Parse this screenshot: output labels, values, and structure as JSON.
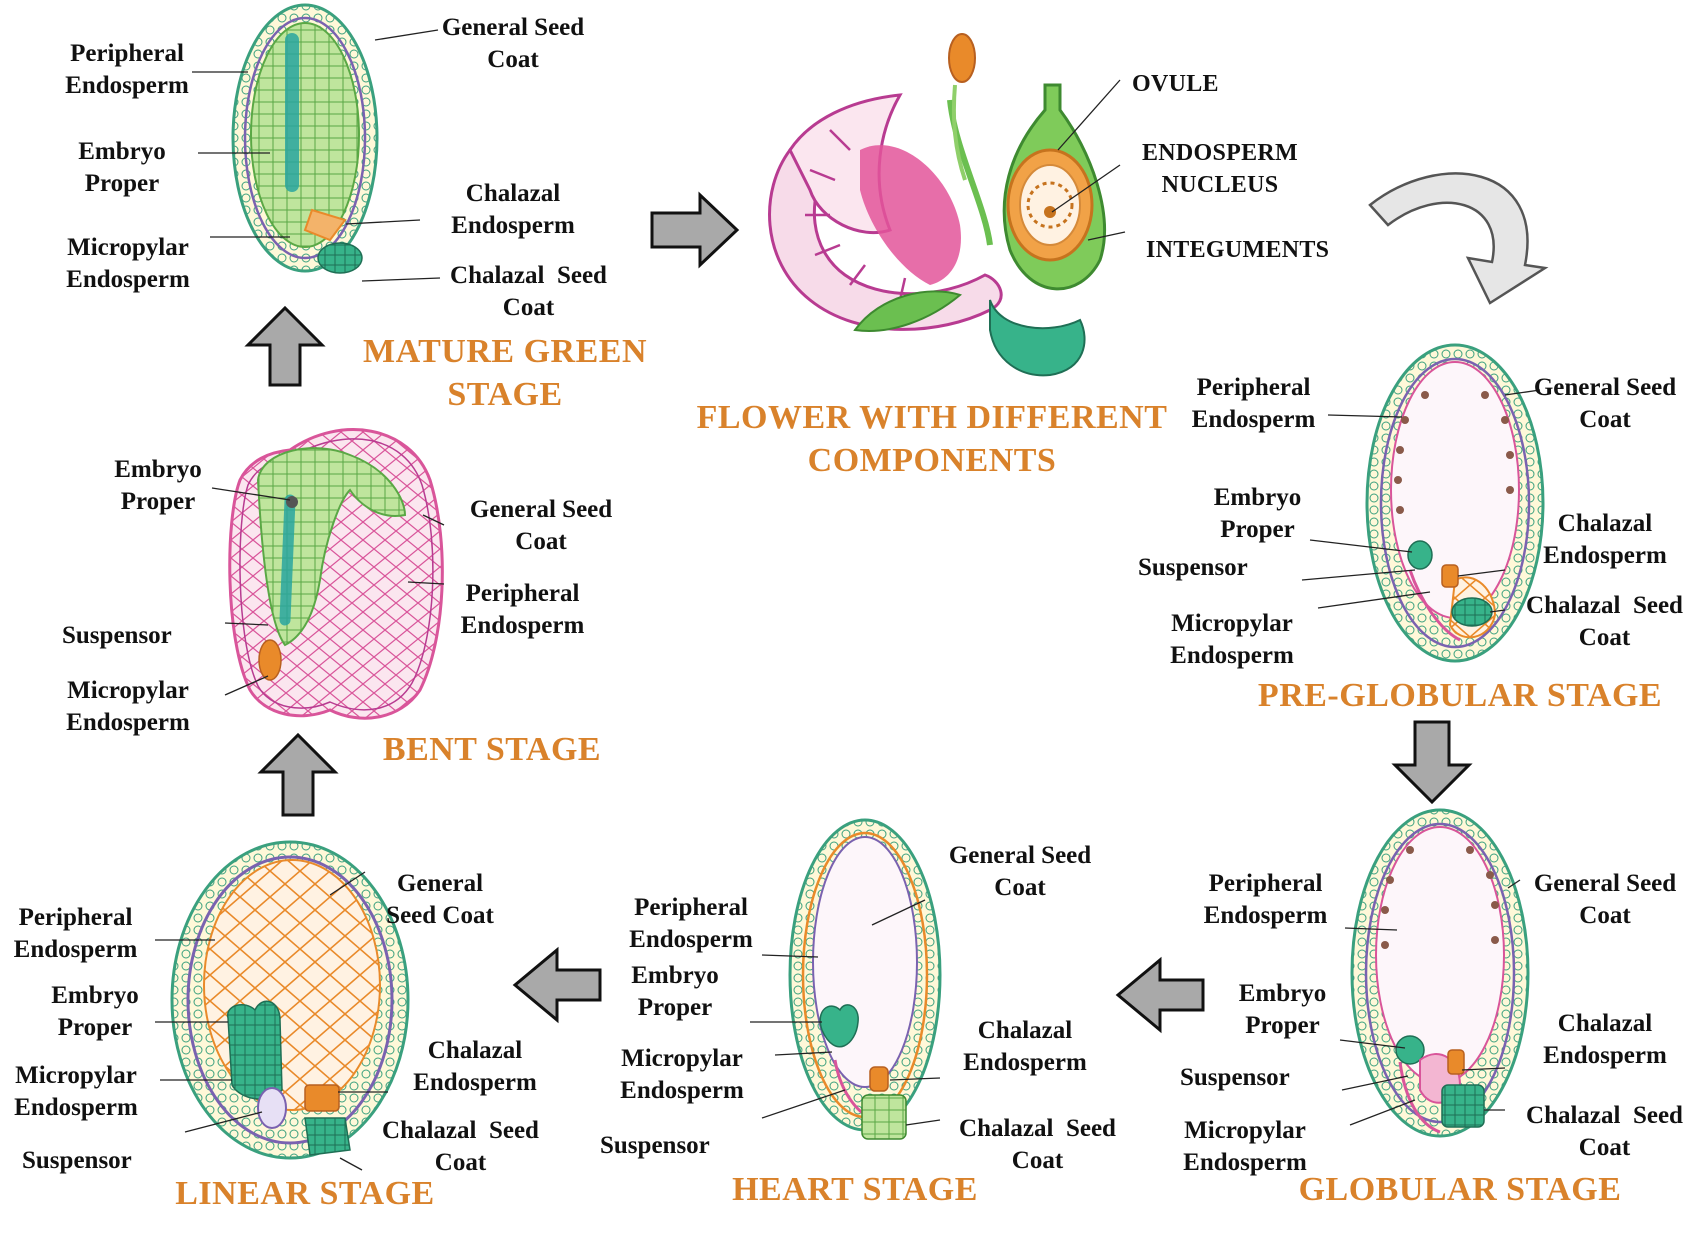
{
  "titles": {
    "flower": [
      "FLOWER WITH DIFFERENT",
      "COMPONENTS"
    ],
    "mature_green": [
      "MATURE GREEN",
      "STAGE"
    ],
    "bent": "BENT STAGE",
    "linear": "LINEAR STAGE",
    "heart": "HEART STAGE",
    "globular": "GLOBULAR STAGE",
    "pre_globular": "PRE-GLOBULAR STAGE"
  },
  "labels": {
    "flower": {
      "ovule": "OVULE",
      "endosperm_nucleus": [
        "ENDOSPERM",
        "NUCLEUS"
      ],
      "integuments": "INTEGUMENTS"
    },
    "mature_green": {
      "peripheral_endosperm": [
        "Peripheral",
        "Endosperm"
      ],
      "embryo_proper": [
        "Embryo",
        "Proper"
      ],
      "micropylar_endosperm": [
        "Micropylar",
        "Endosperm"
      ],
      "general_seed_coat": [
        "General Seed",
        "Coat"
      ],
      "chalazal_endosperm": [
        "Chalazal",
        "Endosperm"
      ],
      "chalazal_seed_coat": [
        "Chalazal  Seed",
        "Coat"
      ]
    },
    "bent": {
      "embryo_proper": [
        "Embryo",
        "Proper"
      ],
      "suspensor": "Suspensor",
      "micropylar_endosperm": [
        "Micropylar",
        "Endosperm"
      ],
      "general_seed_coat": [
        "General Seed",
        "Coat"
      ],
      "peripheral_endosperm": [
        "Peripheral",
        "Endosperm"
      ]
    },
    "linear": {
      "peripheral_endosperm": [
        "Peripheral",
        "Endosperm"
      ],
      "embryo_proper": [
        "Embryo",
        "Proper"
      ],
      "micropylar_endosperm": [
        "Micropylar",
        "Endosperm"
      ],
      "suspensor": "Suspensor",
      "general_seed_coat": [
        "General",
        "Seed Coat"
      ],
      "chalazal_endosperm": [
        "Chalazal",
        "Endosperm"
      ],
      "chalazal_seed_coat": [
        "Chalazal  Seed",
        "Coat"
      ]
    },
    "heart": {
      "peripheral_endosperm": [
        "Peripheral",
        "Endosperm"
      ],
      "embryo_proper": [
        "Embryo",
        "Proper"
      ],
      "micropylar_endosperm": [
        "Micropylar",
        "Endosperm"
      ],
      "suspensor": "Suspensor",
      "general_seed_coat": [
        "General Seed",
        "Coat"
      ],
      "chalazal_endosperm": [
        "Chalazal",
        "Endosperm"
      ],
      "chalazal_seed_coat": [
        "Chalazal  Seed",
        "Coat"
      ]
    },
    "globular": {
      "peripheral_endosperm": [
        "Peripheral",
        "Endosperm"
      ],
      "embryo_proper": [
        "Embryo",
        "Proper"
      ],
      "suspensor": "Suspensor",
      "micropylar_endosperm": [
        "Micropylar",
        "Endosperm"
      ],
      "general_seed_coat": [
        "General Seed",
        "Coat"
      ],
      "chalazal_endosperm": [
        "Chalazal",
        "Endosperm"
      ],
      "chalazal_seed_coat": [
        "Chalazal  Seed",
        "Coat"
      ]
    },
    "pre_globular": {
      "peripheral_endosperm": [
        "Peripheral",
        "Endosperm"
      ],
      "embryo_proper": [
        "Embryo",
        "Proper"
      ],
      "suspensor": "Suspensor",
      "micropylar_endosperm": [
        "Micropylar",
        "Endosperm"
      ],
      "general_seed_coat": [
        "General Seed",
        "Coat"
      ],
      "chalazal_endosperm": [
        "Chalazal",
        "Endosperm"
      ],
      "chalazal_seed_coat": [
        "Chalazal  Seed",
        "Coat"
      ]
    }
  },
  "colors": {
    "title": "#d9822b",
    "arrow_fill": "#a9a9a9",
    "seed_coat": "#2f9a7a",
    "pink": "#d9559a",
    "green": "#8fcf6a",
    "orange": "#e98a2a",
    "purple": "#7a62b0"
  },
  "icons": [
    "flow-arrow-icon",
    "curved-arrow-icon"
  ]
}
